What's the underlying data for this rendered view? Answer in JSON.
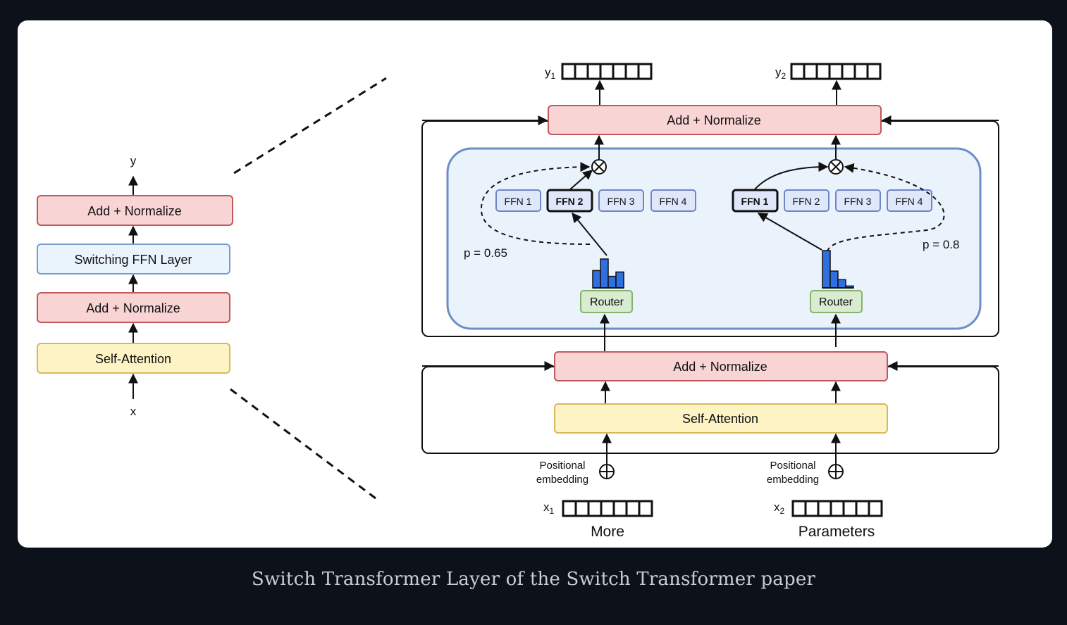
{
  "caption": "Switch Transformer Layer of the Switch Transformer paper",
  "left_stack": {
    "output_label": "y",
    "input_label": "x",
    "blocks": [
      "Add + Normalize",
      "Switching FFN Layer",
      "Add + Normalize",
      "Self-Attention"
    ]
  },
  "right": {
    "outputs": [
      {
        "label": "y",
        "sub": "1"
      },
      {
        "label": "y",
        "sub": "2"
      }
    ],
    "inputs": [
      {
        "label": "x",
        "sub": "1",
        "word": "More"
      },
      {
        "label": "x",
        "sub": "2",
        "word": "Parameters"
      }
    ],
    "top_norm": "Add + Normalize",
    "mid_norm": "Add + Normalize",
    "self_attention": "Self-Attention",
    "positional_embedding": [
      "Positional",
      "embedding"
    ],
    "router_label": "Router",
    "token1_experts": [
      "FFN 1",
      "FFN 2",
      "FFN 3",
      "FFN 4"
    ],
    "token2_experts": [
      "FFN 1",
      "FFN 2",
      "FFN 3",
      "FFN 4"
    ],
    "token1_selected": 1,
    "token2_selected": 0,
    "prob1": "p = 0.65",
    "prob2": "p = 0.8",
    "router1_dist": [
      0.6,
      1.0,
      0.4,
      0.55
    ],
    "router2_dist": [
      1.0,
      0.45,
      0.22,
      0.05
    ]
  },
  "colors": {
    "norm_fill": "#f8d4d5",
    "norm_stroke": "#c0585c",
    "ffn_layer_fill": "#eaf4fd",
    "ffn_layer_stroke": "#7b9bcc",
    "attn_fill": "#fdf3c4",
    "attn_stroke": "#d8b95a",
    "router_fill": "#d9ebd1",
    "router_stroke": "#86b36a",
    "expert_fill": "#dfe7fb",
    "expert_stroke": "#6e86c8",
    "switch_fill": "#eaf3fc",
    "switch_stroke": "#6c8ec5",
    "bar_color": "#2f6fe0"
  }
}
